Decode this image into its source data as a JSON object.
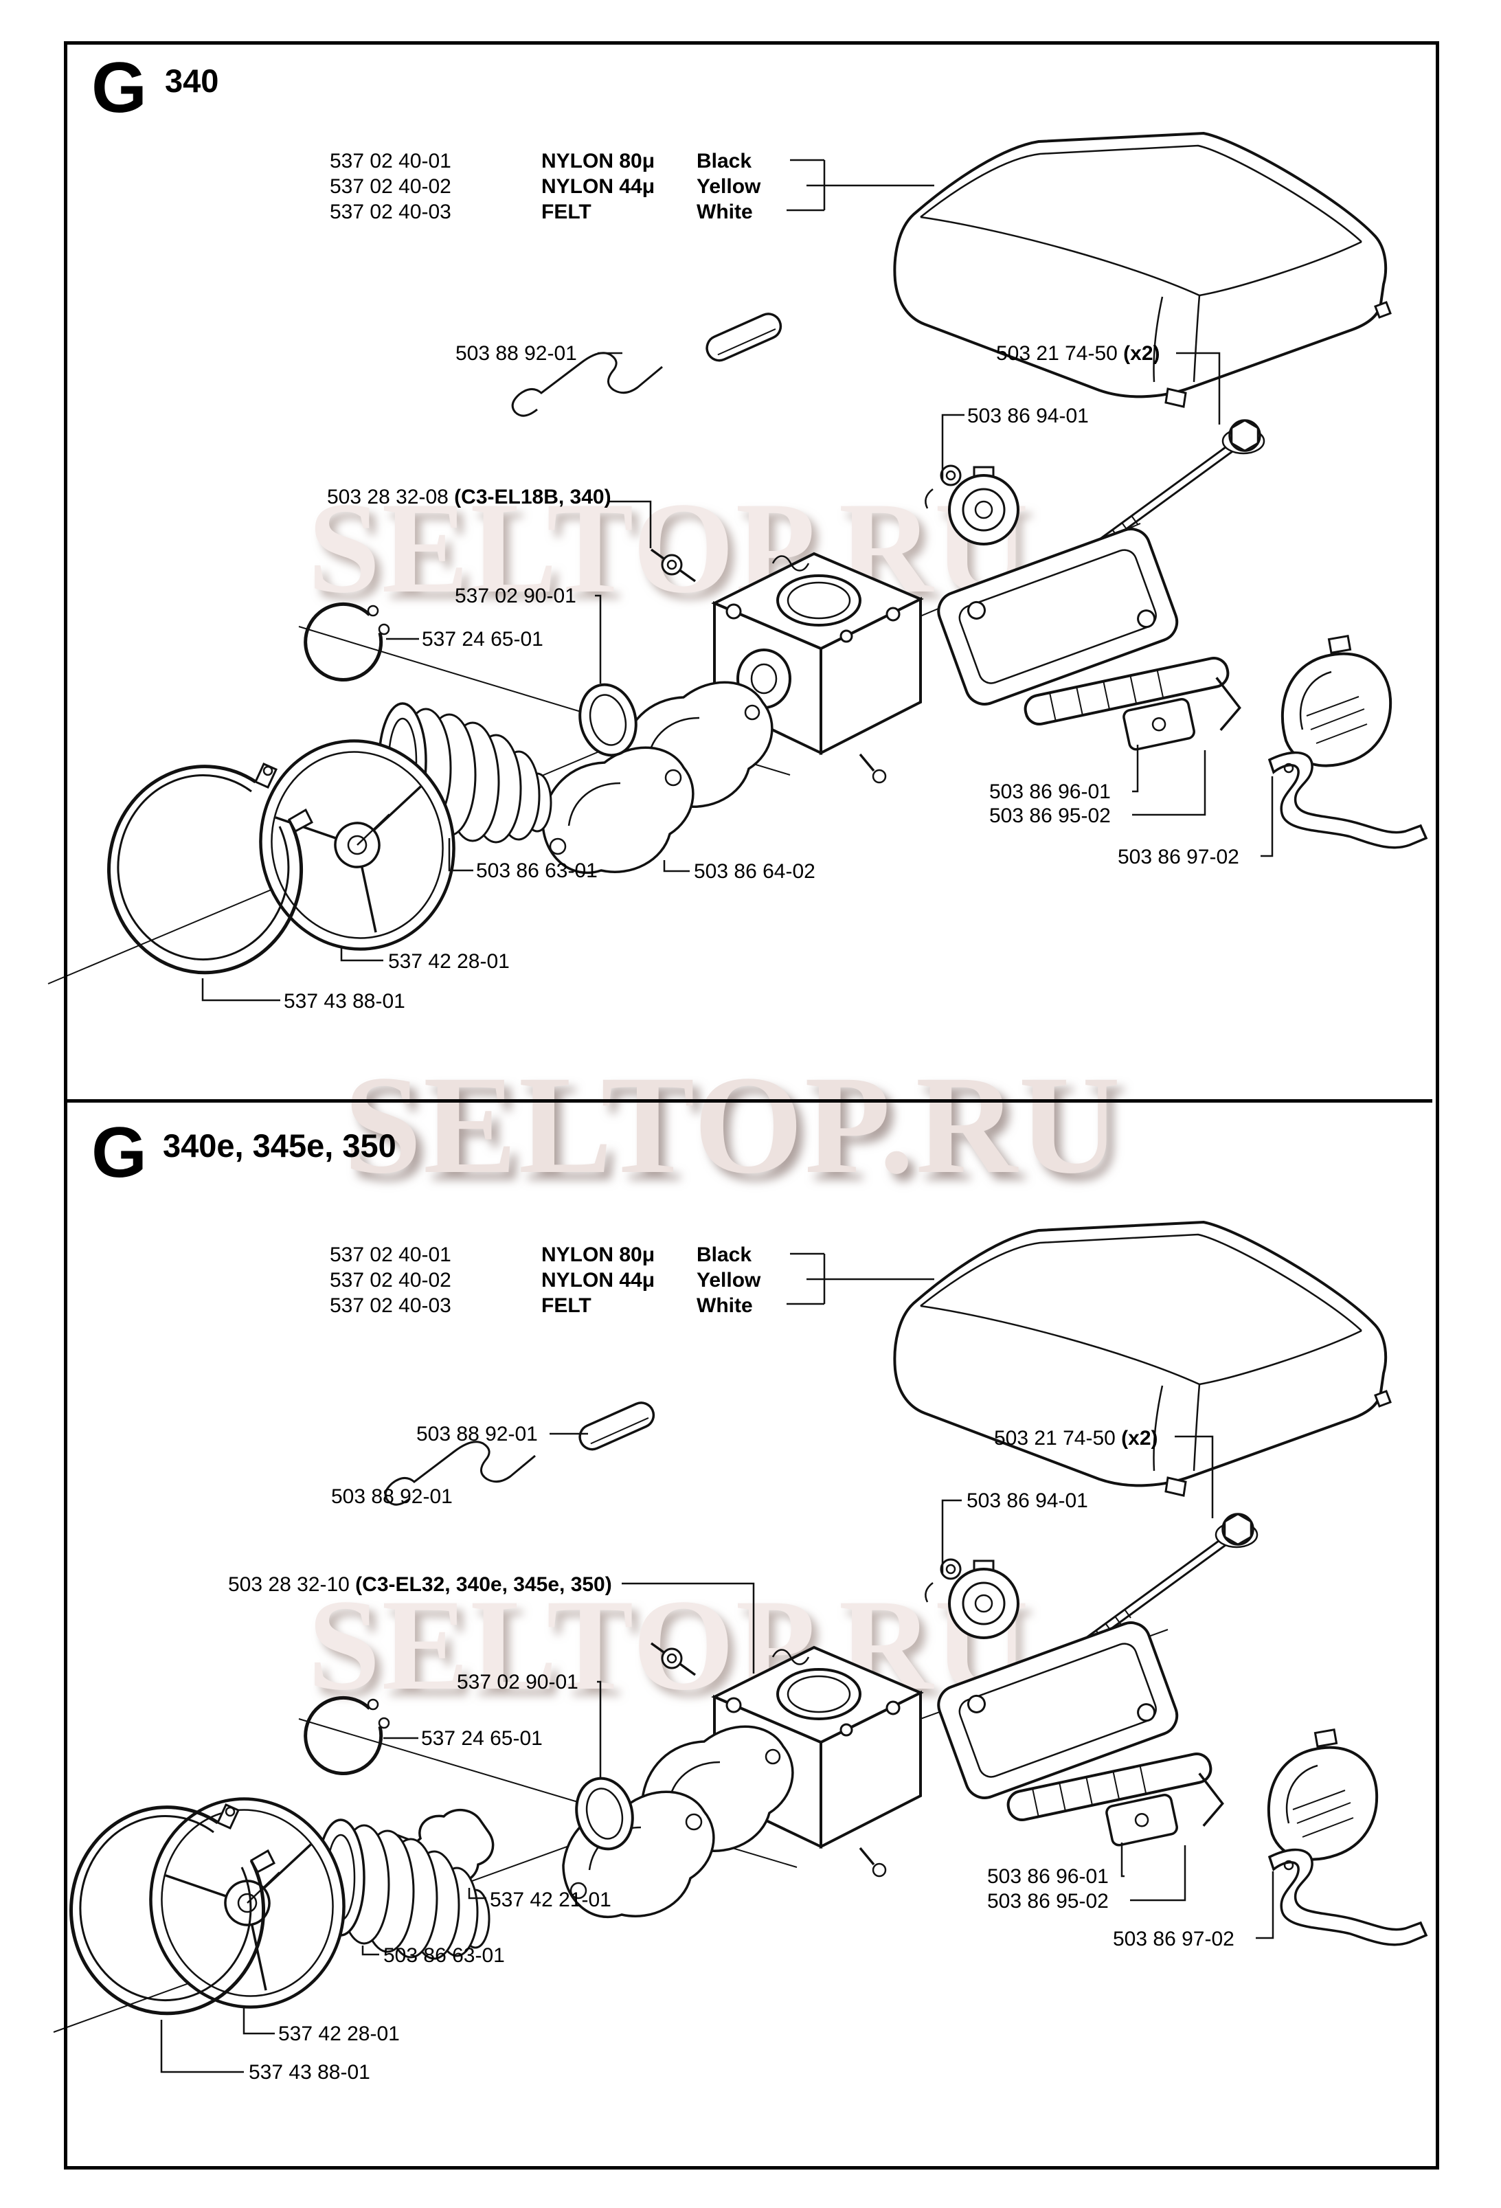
{
  "watermark": {
    "text": "SELTOP.RU"
  },
  "panels": [
    {
      "section": "G",
      "models": "340",
      "filter": {
        "rows": [
          {
            "part": "537 02 40-01",
            "material": "NYLON 80μ",
            "color": "Black"
          },
          {
            "part": "537 02 40-02",
            "material": "NYLON 44μ",
            "color": "Yellow"
          },
          {
            "part": "537 02 40-03",
            "material": "FELT",
            "color": "White"
          }
        ]
      },
      "labels": {
        "impulse_line": {
          "part": "503 88 92-01"
        },
        "bolt": {
          "part": "503 21 74-50",
          "qty": "(x2)"
        },
        "throttle_body": {
          "part": "503 86 94-01"
        },
        "carburetor": {
          "part": "503 28 32-08",
          "note": "(C3-EL18B, 340)"
        },
        "gasket": {
          "part": "537 02 90-01"
        },
        "circlip": {
          "part": "537 24 65-01"
        },
        "lever": {
          "part": "503 86 96-01"
        },
        "holder": {
          "part": "503 86 95-02"
        },
        "choke_rod": {
          "part": "503 86 97-02"
        },
        "bellows": {
          "part": "503 86 63-01"
        },
        "manifold": {
          "part": "503 86 64-02"
        },
        "flange": {
          "part": "537 42 28-01"
        },
        "clamp": {
          "part": "537 43 88-01"
        }
      }
    },
    {
      "section": "G",
      "models": "340e, 345e, 350",
      "filter": {
        "rows": [
          {
            "part": "537 02 40-01",
            "material": "NYLON 80μ",
            "color": "Black"
          },
          {
            "part": "537 02 40-02",
            "material": "NYLON 44μ",
            "color": "Yellow"
          },
          {
            "part": "537 02 40-03",
            "material": "FELT",
            "color": "White"
          }
        ]
      },
      "labels": {
        "impulse_line": {
          "part": "503 88 92-01"
        },
        "impulse_line_2": {
          "part": "503 88 92-01"
        },
        "bolt": {
          "part": "503 21 74-50",
          "qty": "(x2)"
        },
        "throttle_body": {
          "part": "503 86 94-01"
        },
        "carburetor": {
          "part": "503 28 32-10",
          "note": "(C3-EL32, 340e, 345e, 350)"
        },
        "gasket": {
          "part": "537 02 90-01"
        },
        "circlip": {
          "part": "537 24 65-01"
        },
        "lever": {
          "part": "503 86 96-01"
        },
        "holder": {
          "part": "503 86 95-02"
        },
        "choke_rod": {
          "part": "503 86 97-02"
        },
        "elbow": {
          "part": "537 42 21-01"
        },
        "bellows": {
          "part": "503 86 63-01"
        },
        "flange": {
          "part": "537 42 28-01"
        },
        "clamp": {
          "part": "537 43 88-01"
        }
      }
    }
  ]
}
